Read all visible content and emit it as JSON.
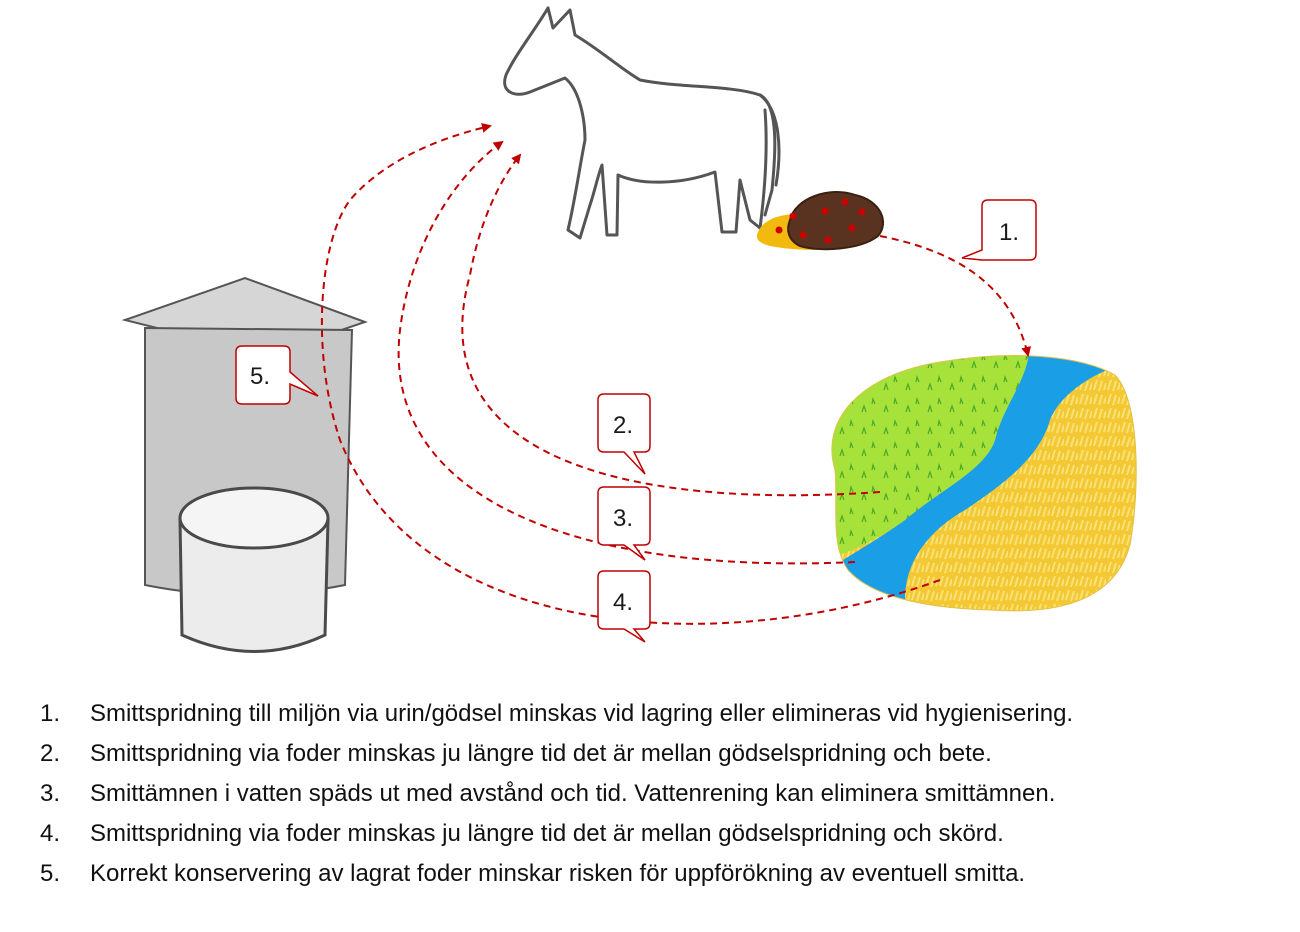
{
  "callouts": [
    {
      "label": "1."
    },
    {
      "label": "2."
    },
    {
      "label": "3."
    },
    {
      "label": "4."
    },
    {
      "label": "5."
    }
  ],
  "legend": [
    {
      "num": "1.",
      "text": "Smittspridning till miljön via urin/gödsel minskas vid lagring eller elimineras vid hygienisering."
    },
    {
      "num": "2.",
      "text": "Smittspridning via foder minskas ju längre tid det är mellan gödselspridning och bete."
    },
    {
      "num": "3.",
      "text": "Smittämnen i vatten späds ut med avstånd och tid. Vattenrening kan eliminera smittämnen."
    },
    {
      "num": "4.",
      "text": "Smittspridning via foder minskas ju längre tid det är mellan gödselspridning och skörd."
    },
    {
      "num": "5.",
      "text": "Korrekt konservering av lagrat foder minskar risken för uppförökning av eventuell smitta."
    }
  ],
  "colors": {
    "arrow": "#c00000",
    "callout_border": "#c00000",
    "pasture": "#a6e23a",
    "water": "#1a9fe6",
    "crop": "#f3c832",
    "manure": "#5a3320",
    "urine": "#f2b90f",
    "silo": "#c8c8c8",
    "bale": "#ececec"
  }
}
